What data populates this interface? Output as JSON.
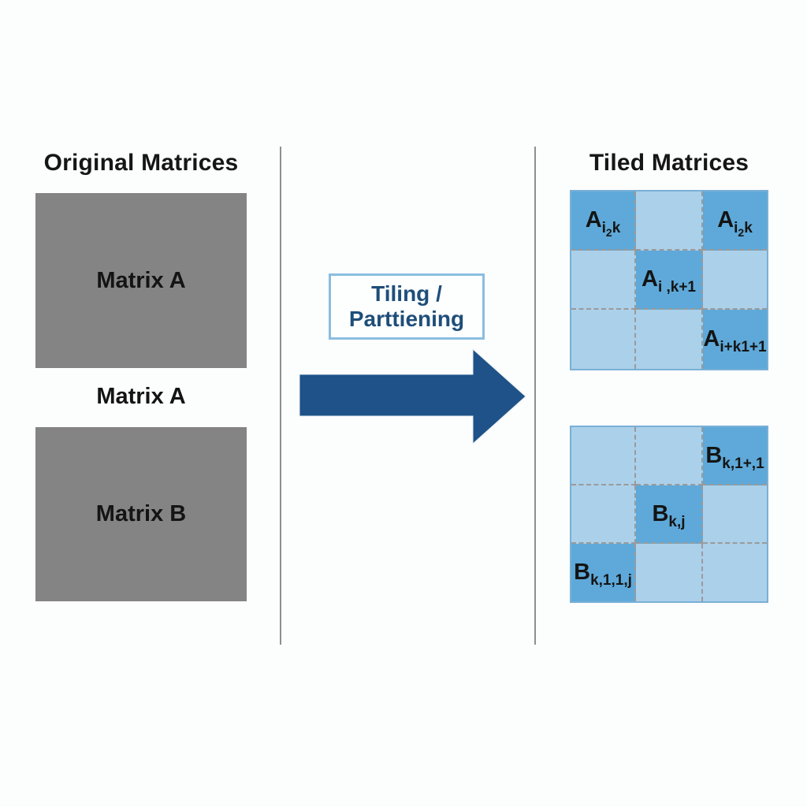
{
  "left_panel": {
    "title": "Original Matrices",
    "matrix_a_box_label": "Matrix A",
    "between_label": "Matrix A",
    "matrix_b_box_label": "Matrix B"
  },
  "transform": {
    "box_line1": "Tiling /",
    "box_line2": "Parttiening",
    "arrow_icon": "right-arrow"
  },
  "right_panel": {
    "title": "Tiled Matrices",
    "grid_a": {
      "rows": [
        [
          {
            "shade": "dark",
            "parts": [
              [
                "A",
                0
              ],
              [
                "i",
                1
              ],
              [
                "2",
                2
              ],
              [
                "k",
                1
              ]
            ]
          },
          {
            "shade": "light",
            "parts": []
          },
          {
            "shade": "dark",
            "parts": [
              [
                "A",
                0
              ],
              [
                "i",
                1
              ],
              [
                "2",
                2
              ],
              [
                "k",
                1
              ]
            ]
          }
        ],
        [
          {
            "shade": "light",
            "parts": []
          },
          {
            "shade": "dark",
            "parts": [
              [
                "A",
                0
              ],
              [
                "i ,k+1",
                1
              ]
            ]
          },
          {
            "shade": "light",
            "parts": []
          }
        ],
        [
          {
            "shade": "light",
            "parts": []
          },
          {
            "shade": "light",
            "parts": []
          },
          {
            "shade": "dark",
            "parts": [
              [
                "A",
                0
              ],
              [
                "i+k1",
                1
              ],
              [
                "+1",
                1
              ]
            ]
          }
        ]
      ]
    },
    "grid_b": {
      "rows": [
        [
          {
            "shade": "light",
            "parts": []
          },
          {
            "shade": "light",
            "parts": []
          },
          {
            "shade": "dark",
            "parts": [
              [
                "B",
                0
              ],
              [
                "k,1+,1",
                1
              ]
            ]
          }
        ],
        [
          {
            "shade": "light",
            "parts": []
          },
          {
            "shade": "dark",
            "parts": [
              [
                "B",
                0
              ],
              [
                "k,j",
                1
              ]
            ]
          },
          {
            "shade": "light",
            "parts": []
          }
        ],
        [
          {
            "shade": "dark",
            "parts": [
              [
                "B",
                0
              ],
              [
                "k,1,1,j",
                1
              ]
            ]
          },
          {
            "shade": "light",
            "parts": []
          },
          {
            "shade": "light",
            "parts": []
          }
        ]
      ]
    }
  },
  "colors": {
    "background": "#fcfdfd",
    "matrix_gray": "#848484",
    "tile_dark": "#5ea9d9",
    "tile_light": "#abd0ea",
    "arrow_blue": "#1e5288",
    "tiling_text": "#1e4e79",
    "tiling_border": "#8abde0",
    "grid_border": "#79b0d6",
    "dashed_line": "#9a9a9a",
    "divider_gray": "#8f8f8f",
    "text_black": "#161616"
  }
}
